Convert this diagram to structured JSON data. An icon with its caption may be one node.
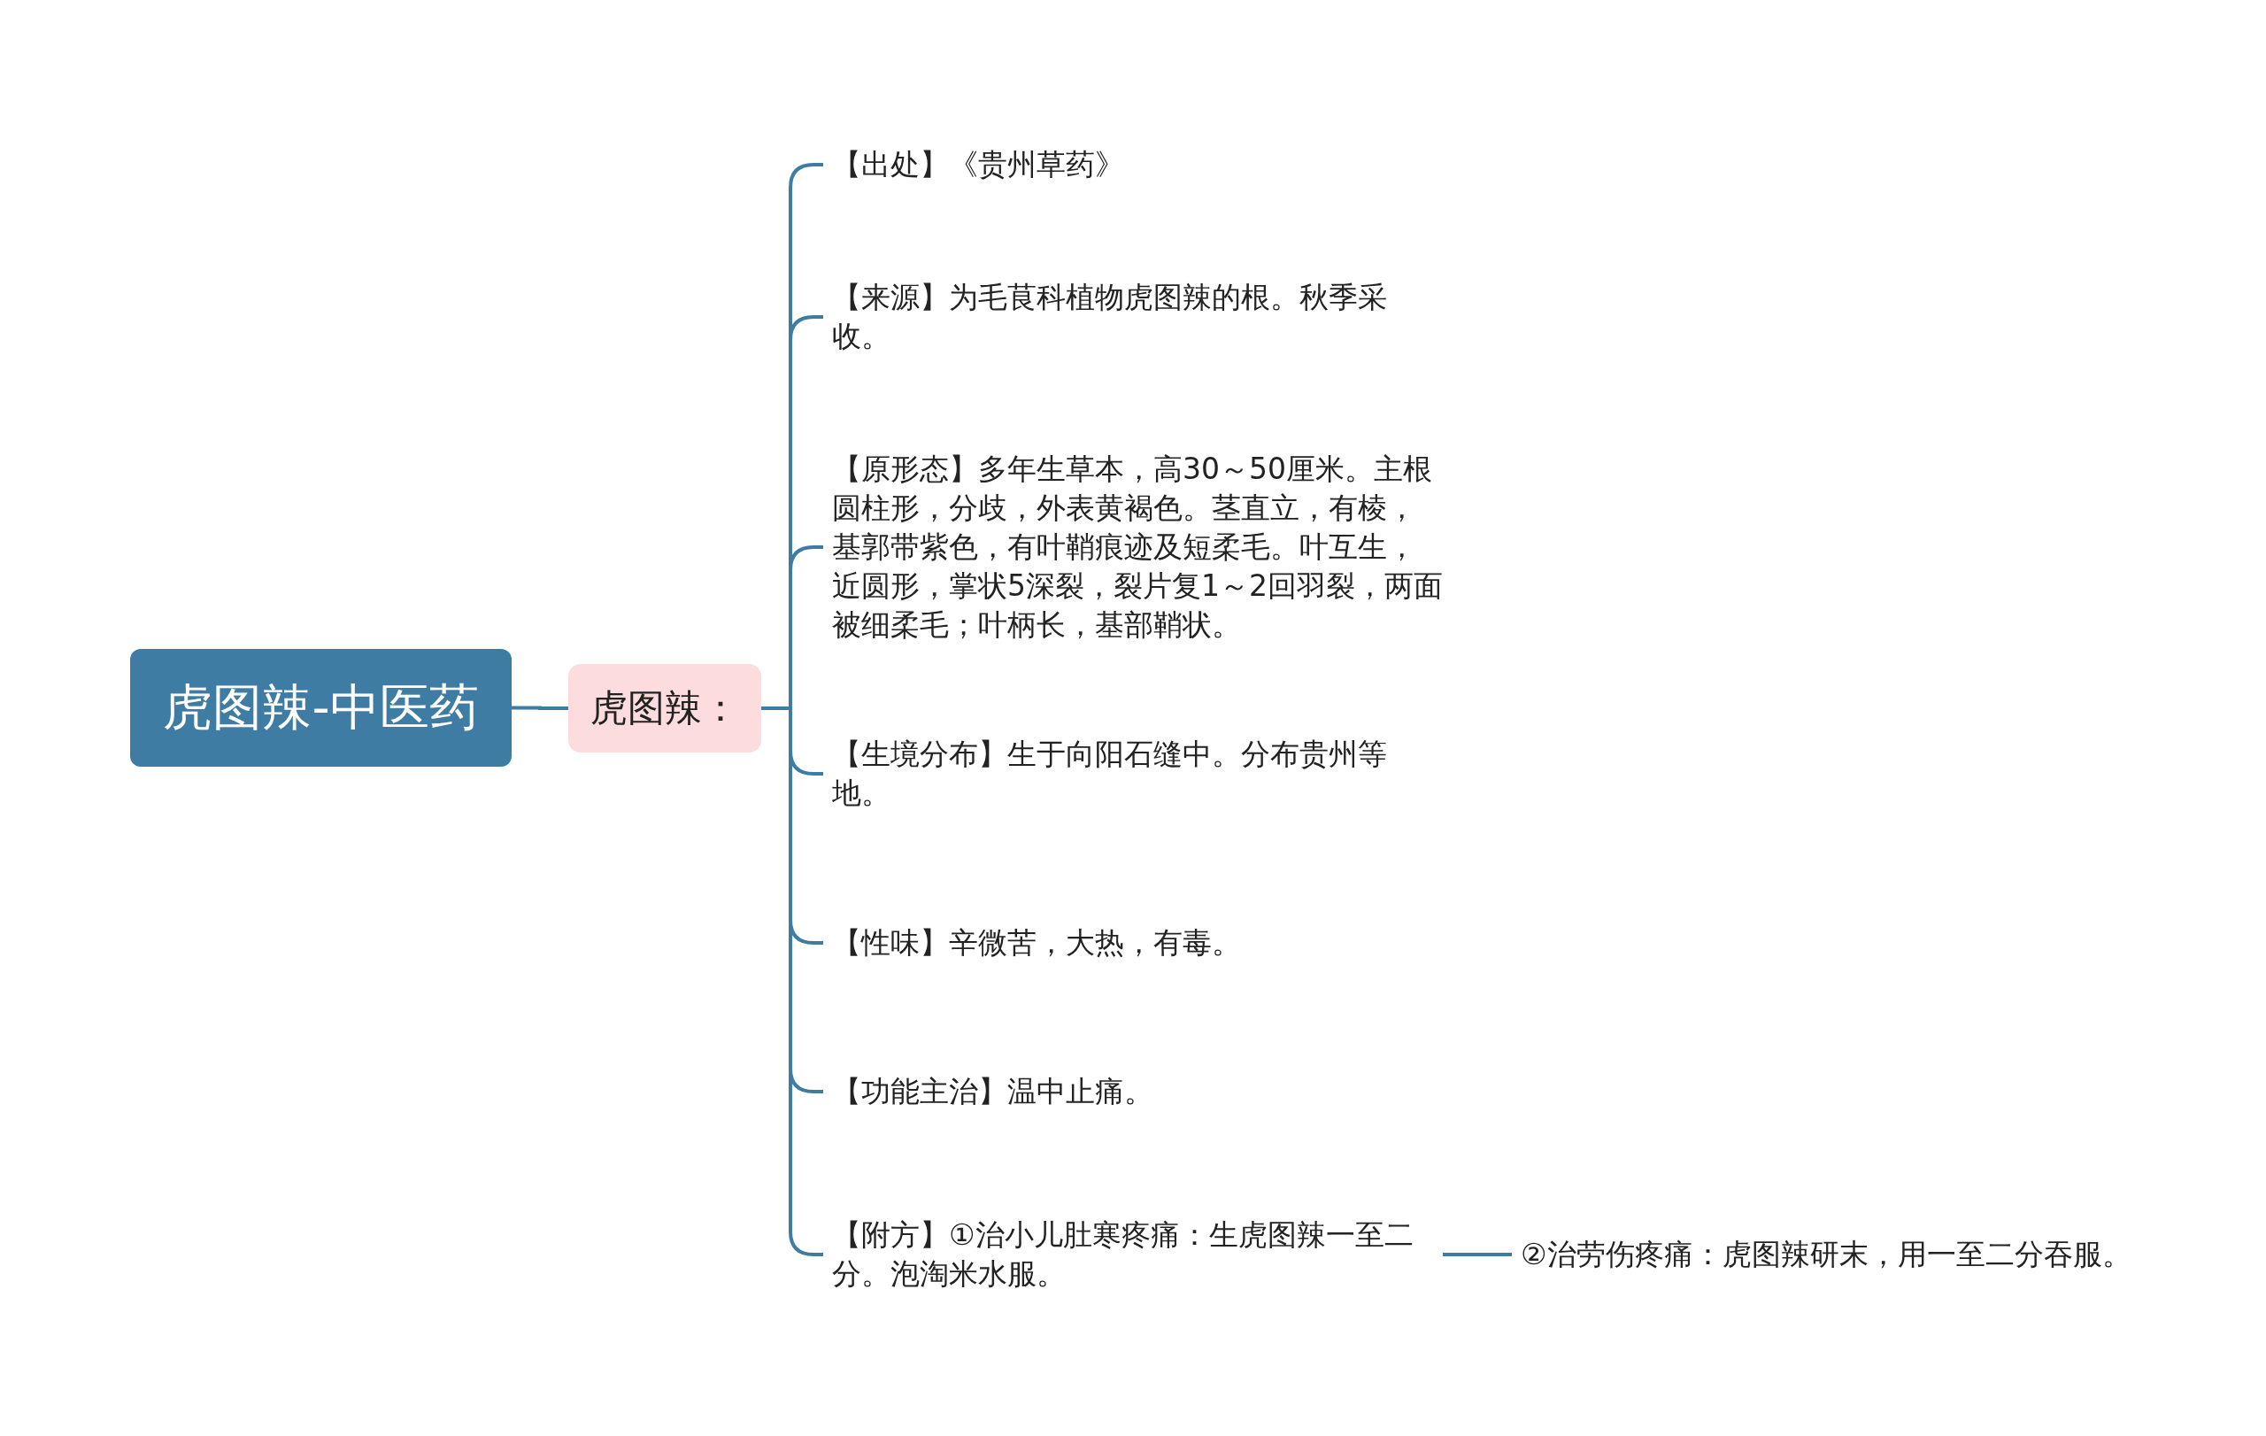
{
  "diagram": {
    "nodes": [
      {
        "text": [
          "虎图辣-中医药"
        ]
      },
      {
        "text": [
          "虎图辣："
        ]
      },
      {
        "text": [
          "【出处】《贵州草药》"
        ]
      },
      {
        "text": [
          "【来源】为毛茛科植物虎图辣的根。秋季采收。"
        ]
      },
      {
        "text": [
          "【原形态】多年生草本，高30～50厘米。主根圆柱形，分歧，外表黄褐色。茎直立，有棱，基郭带紫色，有叶鞘痕迹及短柔毛。叶互生，近圆形，掌状5深裂，裂片复1～2回羽裂，两面被细柔毛；叶柄长，基部鞘状。"
        ]
      },
      {
        "text": [
          "【生境分布】生于向阳石缝中。分布贵州等地。"
        ]
      },
      {
        "text": [
          "【性味】辛微苦，大热，有毒。"
        ]
      },
      {
        "text": [
          "【功能主治】温中止痛。"
        ]
      },
      {
        "text": [
          "【附方】①治小儿肚寒疼痛：生虎图辣一至二分。泡淘米水服。"
        ]
      },
      {
        "text": [
          "②治劳伤疼痛：虎图辣研末，用一至二分吞服。"
        ]
      }
    ],
    "edges": [
      {
        "from": 0,
        "to": 1,
        "arrow": "none"
      },
      {
        "from": 1,
        "to": 2,
        "arrow": "none"
      },
      {
        "from": 1,
        "to": 3,
        "arrow": "none"
      },
      {
        "from": 1,
        "to": 4,
        "arrow": "none"
      },
      {
        "from": 1,
        "to": 5,
        "arrow": "none"
      },
      {
        "from": 1,
        "to": 6,
        "arrow": "none"
      },
      {
        "from": 1,
        "to": 7,
        "arrow": "none"
      },
      {
        "from": 1,
        "to": 8,
        "arrow": "none"
      },
      {
        "from": 8,
        "to": 9,
        "arrow": "none"
      }
    ]
  }
}
